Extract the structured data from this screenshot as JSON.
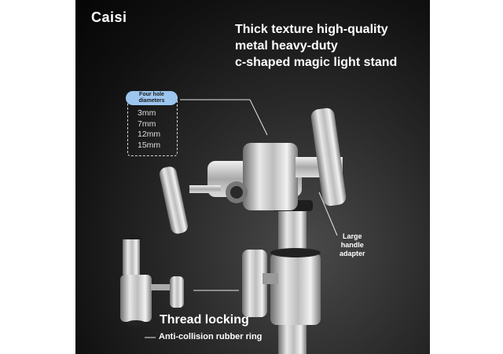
{
  "brand": "Caisi",
  "headline": {
    "line1": "Thick texture high-quality",
    "line2": "metal heavy-duty",
    "line3": "c-shaped magic light stand"
  },
  "hole_callout": {
    "badge_line1": "Four hole",
    "badge_line2": "diameters",
    "sizes": [
      "3mm",
      "7mm",
      "12mm",
      "15mm"
    ]
  },
  "handle_callout": {
    "line1": "Large",
    "line2": "handle",
    "line3": "adapter"
  },
  "thread_label": "Thread locking",
  "rubber_label": "Anti-collision rubber ring",
  "colors": {
    "panel_dark": "#0a0a0a",
    "badge_blue": "#9cc6f0",
    "metal": "#c8c8c8"
  }
}
